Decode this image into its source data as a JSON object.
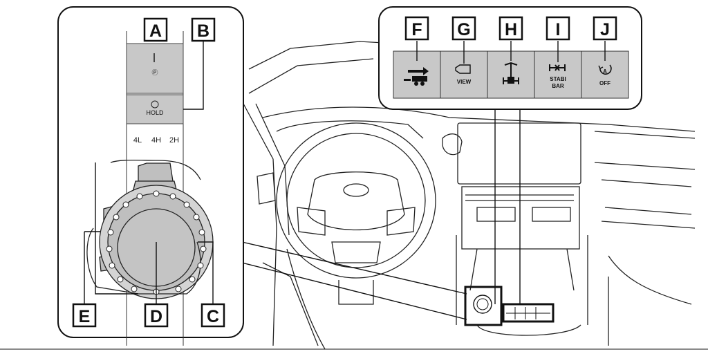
{
  "callouts": {
    "A": "A",
    "B": "B",
    "C": "C",
    "D": "D",
    "E": "E",
    "F": "F",
    "G": "G",
    "H": "H",
    "I": "I",
    "J": "J"
  },
  "switches": {
    "parking_brake_symbol": "Ⓟ",
    "hold_text": "HOLD",
    "view_text": "VIEW",
    "stabi_text_1": "STABI",
    "stabi_text_2": "BAR",
    "off_text": "OFF",
    "auto_symbol": "A"
  },
  "drive_modes": [
    "4L",
    "4H",
    "2H"
  ],
  "colors": {
    "switch_fill": "#c8c8c8",
    "line": "#111111",
    "frame_bottom": "#8a8a8a"
  }
}
